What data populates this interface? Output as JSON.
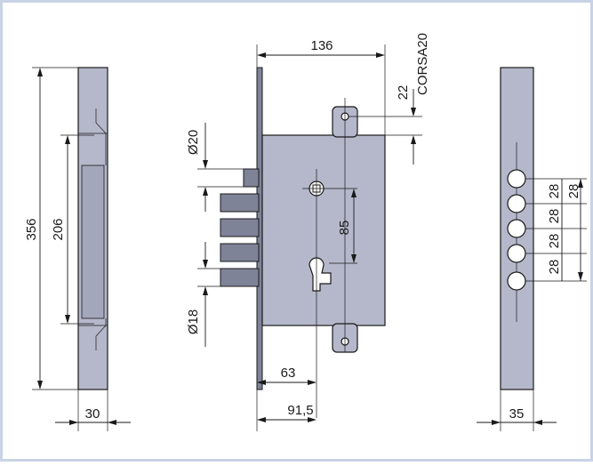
{
  "labels": {
    "left_height_total": "356",
    "left_height_inner": "206",
    "left_width": "30",
    "center_width": "136",
    "backset_top": "22",
    "corsa": "CORSA20",
    "diameter_top": "Ø20",
    "center_distance": "85",
    "diameter_bottom": "Ø18",
    "backset_63": "63",
    "backset_915": "91,5",
    "spacing_1": "28",
    "spacing_2": "28",
    "spacing_3": "28",
    "spacing_4": "28",
    "right_width": "35"
  },
  "colors": {
    "body": "#b5b8ca",
    "bolt": "#7f8398",
    "frame": "#c8d3e6",
    "line": "#1a1a1a"
  }
}
